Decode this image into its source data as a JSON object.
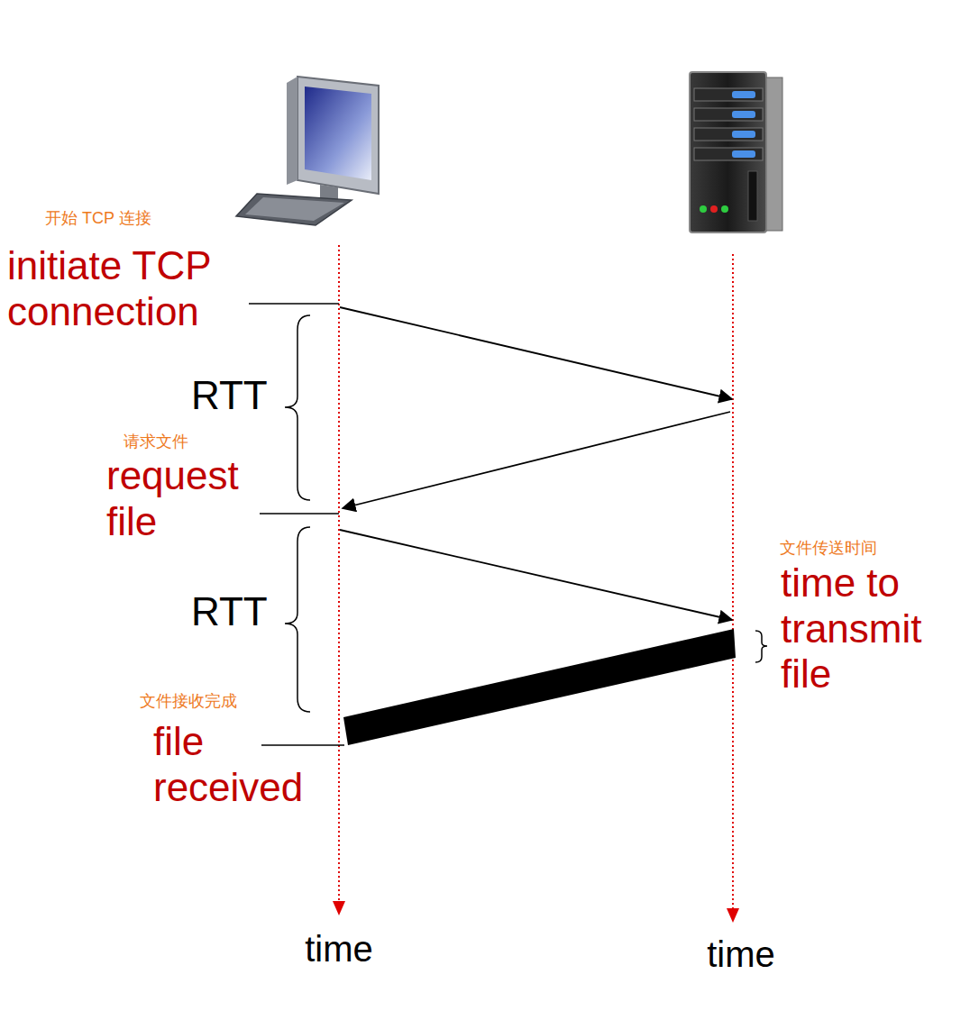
{
  "diagram": {
    "labels": [
      "开始 TCP 连接",
      "initiate TCP connection",
      "RTT",
      "请求文件",
      "request file",
      "文件传送时间",
      "time to transmit file",
      "RTT",
      "文件接收完成",
      "file received",
      "time",
      "time"
    ]
  }
}
